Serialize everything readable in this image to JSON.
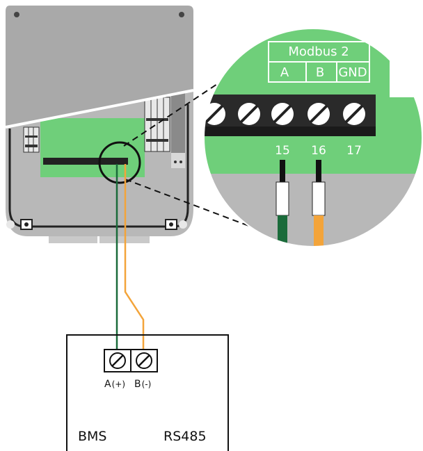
{
  "modbus": {
    "title": "Modbus 2",
    "cols": [
      "A",
      "B",
      "GND"
    ],
    "pins": [
      "15",
      "16",
      "17"
    ]
  },
  "bms": {
    "label_left": "BMS",
    "label_right": "RS485",
    "terminal_a": "A",
    "terminal_a_sign": "(+)",
    "terminal_b": "B",
    "terminal_b_sign": "(-)"
  },
  "colors": {
    "green_board": "#6fcf7a",
    "wire_green": "#1a6b3a",
    "wire_orange": "#f3a43a",
    "enclosure": "#b6b6b6",
    "lid": "#a9a9a9"
  }
}
